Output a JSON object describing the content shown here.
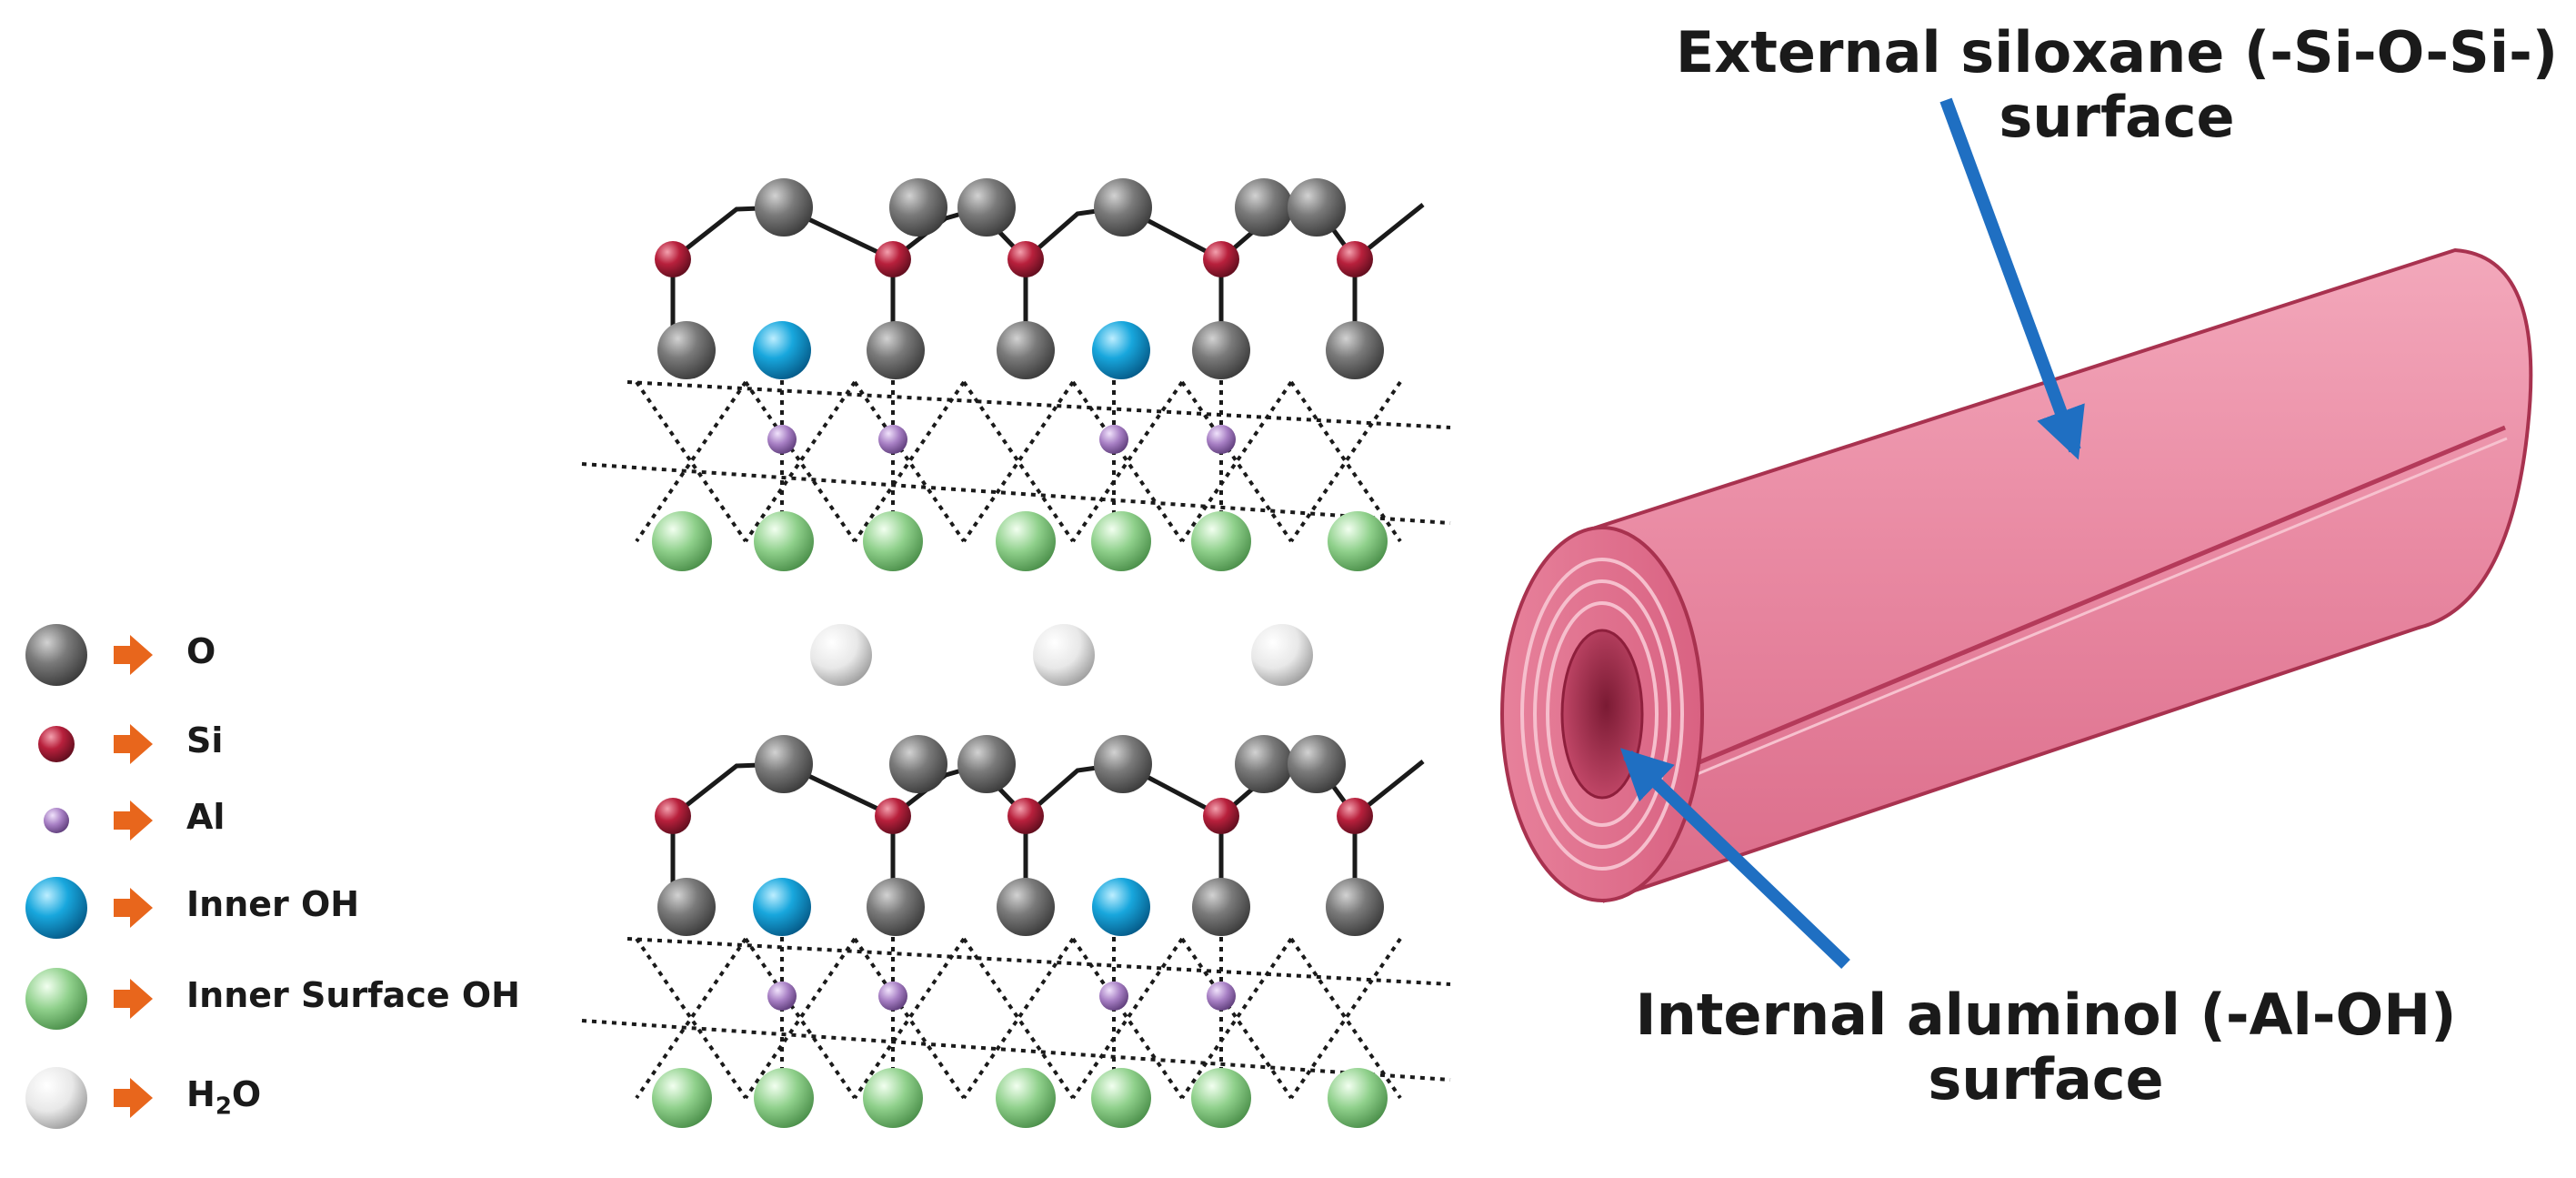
{
  "legend": [
    {
      "key": "o",
      "label": "O",
      "color": "#6e6e6e"
    },
    {
      "key": "si",
      "label": "Si",
      "color": "#b0203a"
    },
    {
      "key": "al",
      "label": "Al",
      "color": "#a77fc4"
    },
    {
      "key": "inner-oh",
      "label": "Inner OH",
      "color": "#1aa6dc"
    },
    {
      "key": "inner-surface-oh",
      "label": "Inner Surface OH",
      "color": "#8fd08b"
    },
    {
      "key": "h2o",
      "label": "H",
      "sub": "2",
      "suffix": "O",
      "color": "#e6e6e6"
    }
  ],
  "annotations": {
    "external_line1": "External siloxane (-Si-O-Si-)",
    "external_line2": "surface",
    "internal_line1": "Internal aluminol (-Al-OH)",
    "internal_line2": "surface"
  },
  "colors": {
    "arrow_blue": "#1f6fc2",
    "legend_arrow": "#e8661c",
    "tube_pink": "#e57a95",
    "tube_edge": "#a8324f"
  }
}
